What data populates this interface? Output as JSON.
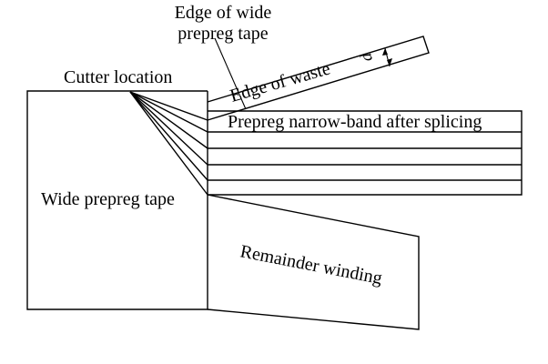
{
  "labels": {
    "edge_wide_line1": "Edge of wide",
    "edge_wide_line2": "prepreg tape",
    "cutter_location": "Cutter location",
    "edge_of_waste": "Edge of waste",
    "d_symbol": "d",
    "narrow_band": "Prepreg narrow-band after splicing",
    "wide_tape": "Wide prepreg tape",
    "remainder": "Remainder winding"
  }
}
